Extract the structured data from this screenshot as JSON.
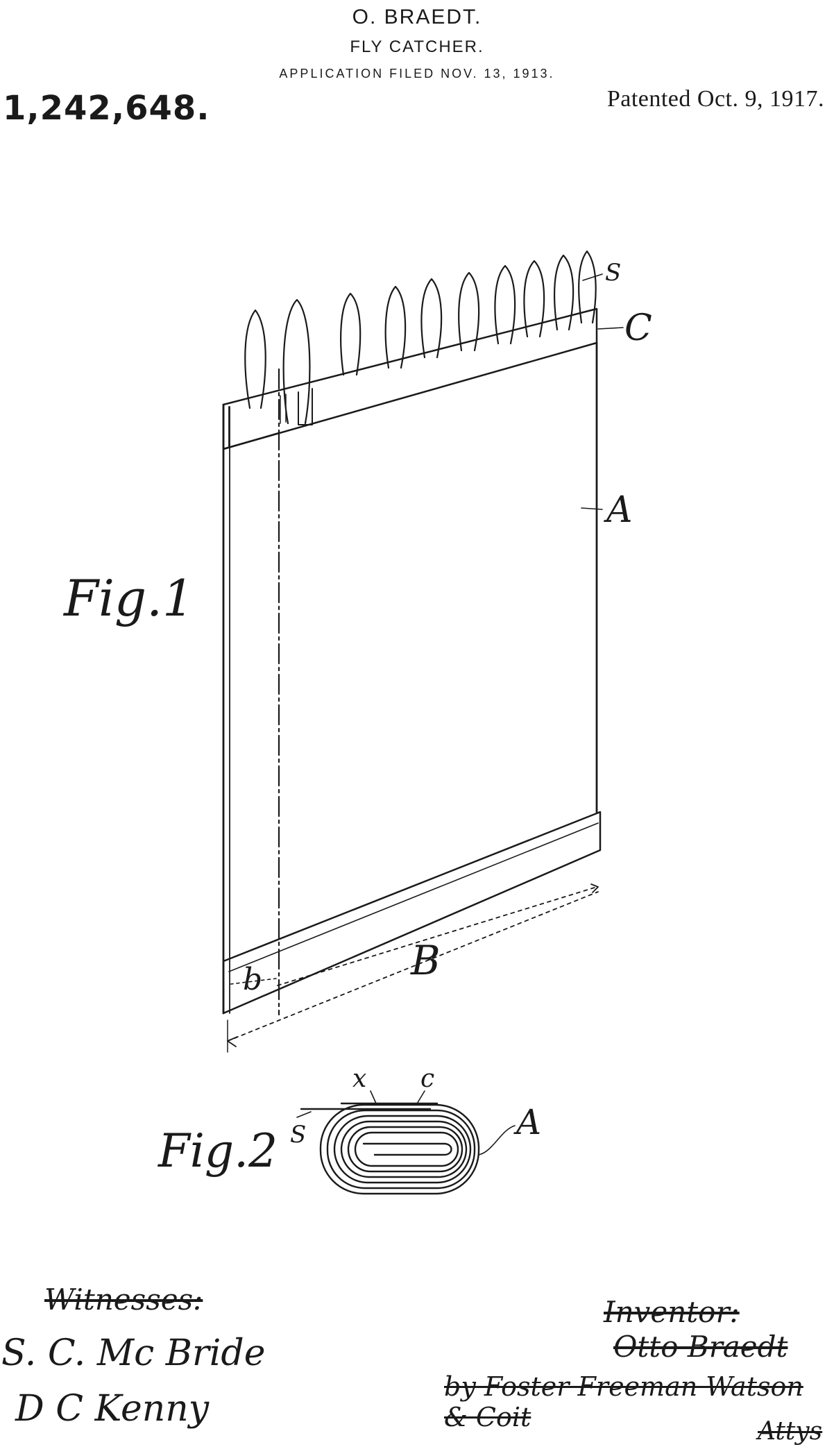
{
  "header": {
    "inventor": "O. BRAEDT.",
    "title": "FLY CATCHER.",
    "application_filed": "APPLICATION FILED NOV. 13, 1913."
  },
  "patent_number": "1,242,648.",
  "patented": "Patented Oct. 9, 1917.",
  "figures": {
    "fig1": {
      "label": "Fig.1",
      "ref_s": "S",
      "ref_c": "C",
      "ref_a": "A",
      "ref_b_upper": "B",
      "ref_b_lower": "b"
    },
    "fig2": {
      "label": "Fig.2",
      "ref_x": "x",
      "ref_c": "c",
      "ref_s": "S",
      "ref_a": "A"
    }
  },
  "signatures": {
    "witnesses_heading": "Witnesses:",
    "witness_1": "S. C. Mc Bride",
    "witness_2": "D C Kenny",
    "inventor_heading": "Inventor:",
    "inventor_name": "Otto Braedt",
    "attorneys": "by Foster Freeman Watson & Coit",
    "attorneys_abbr": "Attys"
  }
}
